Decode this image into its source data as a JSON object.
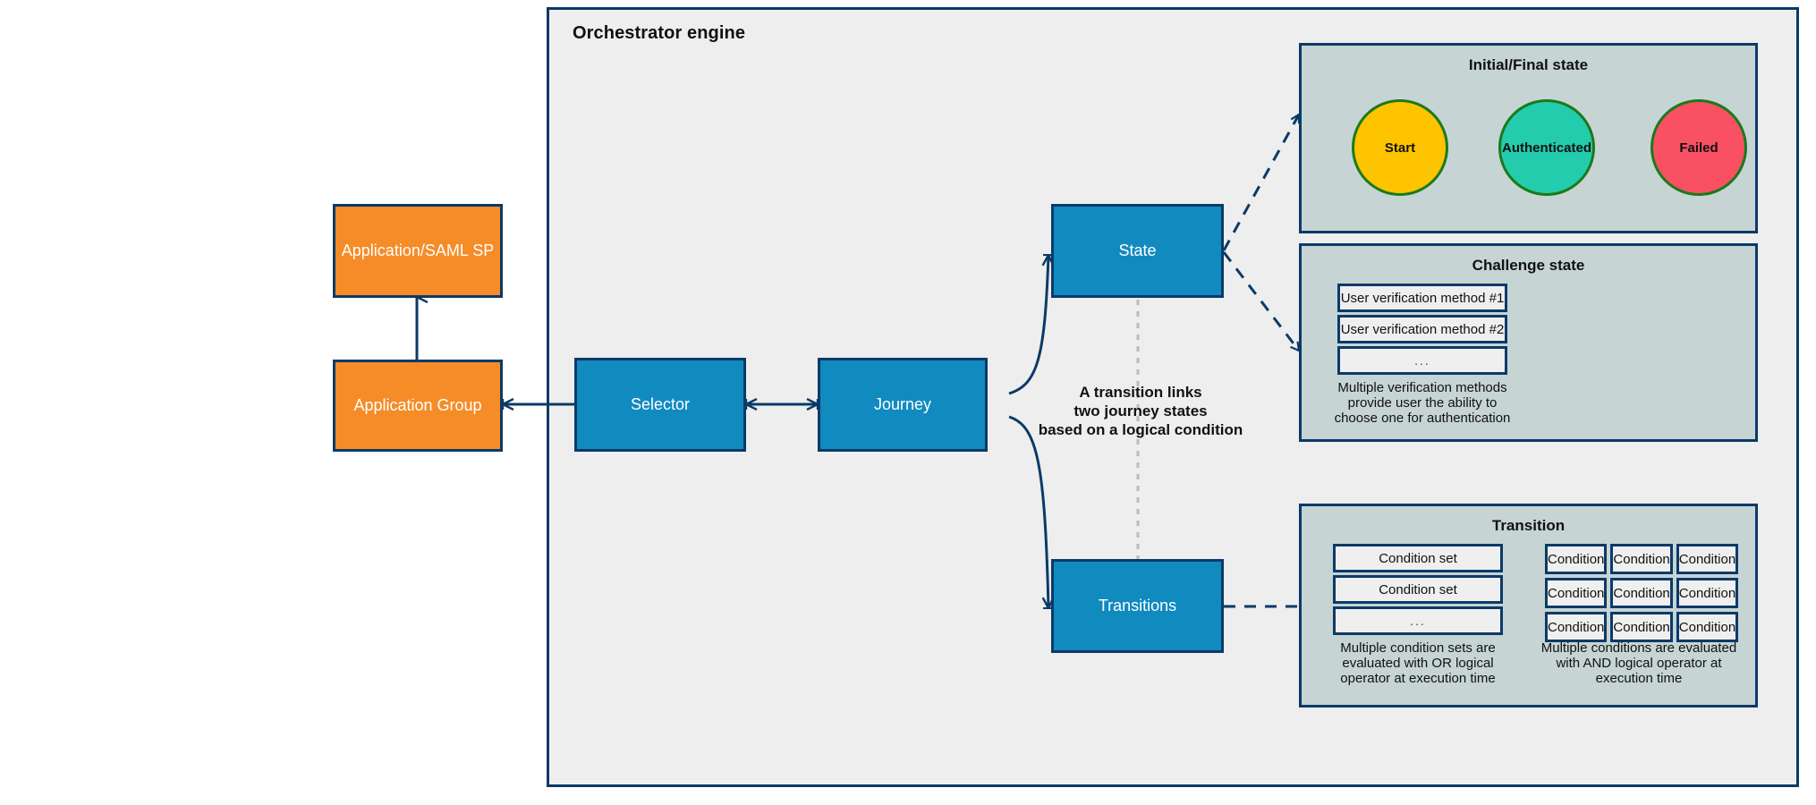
{
  "frame": {
    "title": "Orchestrator engine"
  },
  "entities": [
    {
      "id": "app_saml_sp",
      "label": "Application/SAML SP",
      "kind": "orange"
    },
    {
      "id": "app_group",
      "label": "Application Group",
      "kind": "orange"
    },
    {
      "id": "selector",
      "label": "Selector",
      "kind": "blue"
    },
    {
      "id": "journey",
      "label": "Journey",
      "kind": "blue"
    },
    {
      "id": "state",
      "label": "State",
      "kind": "blue"
    },
    {
      "id": "transitions",
      "label": "Transitions",
      "kind": "blue"
    }
  ],
  "note": {
    "line1": "A transition links",
    "line2": "two journey states",
    "line3": "based on a logical condition"
  },
  "panels": {
    "initial_final": {
      "title": "Initial/Final state",
      "circles": [
        {
          "label": "Start",
          "fill": "#ffc400"
        },
        {
          "label": "Authenticated",
          "fill": "#23ccac"
        },
        {
          "label": "Failed",
          "fill": "#fa5064"
        }
      ]
    },
    "challenge": {
      "title": "Challenge state",
      "rows": [
        "User verification method #1",
        "User verification method #2",
        "..."
      ],
      "caption_l1": "Multiple verification methods",
      "caption_l2": "provide user the ability to",
      "caption_l3": "choose one for authentication"
    },
    "transition": {
      "title": "Transition",
      "condition_sets": [
        "Condition set",
        "Condition set",
        "..."
      ],
      "conditions": [
        [
          "Condition",
          "Condition",
          "Condition"
        ],
        [
          "Condition",
          "Condition",
          "Condition"
        ],
        [
          "Condition",
          "Condition",
          "Condition"
        ]
      ],
      "caption_left_l1": "Multiple condition sets are",
      "caption_left_l2": "evaluated with OR logical",
      "caption_left_l3": "operator at execution time",
      "caption_right_l1": "Multiple conditions are evaluated",
      "caption_right_l2": "with AND logical operator at",
      "caption_right_l3": "execution time"
    }
  },
  "colors": {
    "frame_border": "#0b3a68",
    "frame_fill": "#eeeeee",
    "orange": "#f58c28",
    "blue": "#118ac0",
    "panel_fill": "#c6d4d4",
    "circle_border": "#1a7a1a",
    "connector": "#0b3a68",
    "dotted_guide": "#bbbbbb"
  }
}
